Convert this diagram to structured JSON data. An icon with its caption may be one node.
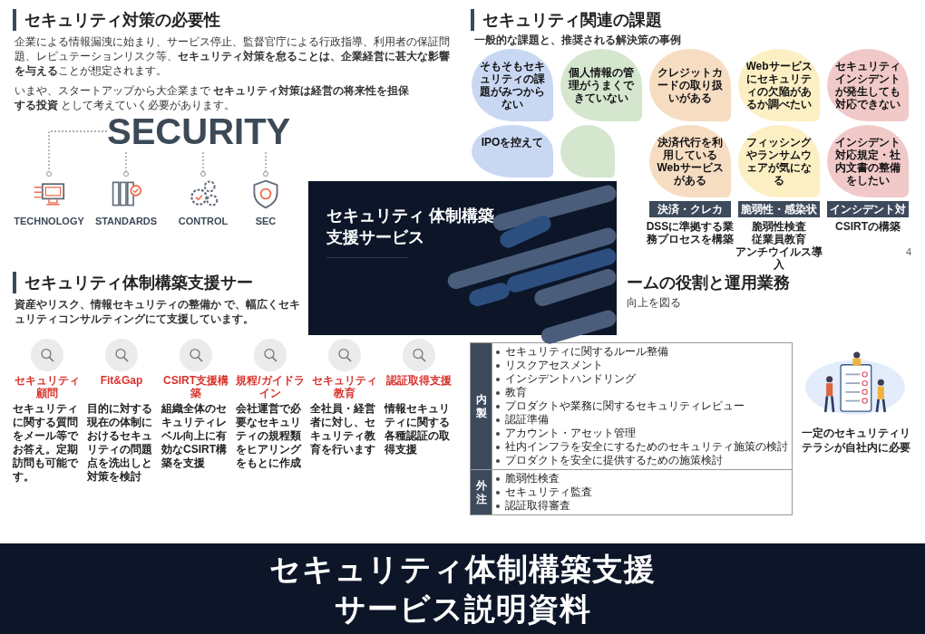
{
  "diagram": {
    "title": "セキュリティ体制構築支援サービス説明資料",
    "nodes": [
      {
        "text": [
          "セキュリティ対策の必要性",
          "企業による情報漏洩に始まり、サービス停止、監督官庁による行政指導、利用者の保証問題、レピュテーションリスク等、**セキュリティ対策を怠ることは、企業経営に甚大な影響を与える**ことが想定されます。",
          "いまや、スタートアップから大企業まで **セキュリティ対策は経営の将来性を担保する投資** として考えていく必要があります。"
        ]
      },
      {
        "text": [
          "SECURITY"
        ],
        "in": 0
      },
      {
        "text": [
          "TECHNOLOGY"
        ],
        "in": 0
      },
      {
        "text": [
          "STANDARDS"
        ],
        "in": 0
      },
      {
        "text": [
          "CONTROL"
        ],
        "in": 0
      },
      {
        "text": [
          "SEC"
        ],
        "in": 0
      },
      {
        "text": [
          "セキュリティ関連の課題",
          "一般的な課題と、推奨される解決策の事例"
        ]
      },
      {
        "text": [
          "そもそもセキュリティの課題がみつからない"
        ],
        "in": 6
      },
      {
        "text": [
          "個人情報の管理がうまくできていない"
        ],
        "in": 6
      },
      {
        "text": [
          "クレジットカードの取り扱いがある"
        ],
        "in": 6
      },
      {
        "text": [
          "Webサービスにセキュリティの欠陥があるか調べたい"
        ],
        "in": 6
      },
      {
        "text": [
          "セキュリティインシデントが発生しても対応できない"
        ],
        "in": 6
      },
      {
        "text": [
          "IPOを控えて"
        ],
        "in": 6
      },
      {
        "text": [],
        "shape": "bubble",
        "in": 6
      },
      {
        "text": [
          "決済代行を利用しているWebサービスがある"
        ],
        "in": 6
      },
      {
        "text": [
          "フィッシングやランサムウェアが気になる"
        ],
        "in": 6
      },
      {
        "text": [
          "インシデント対応規定・社内文書の整備をしたい"
        ],
        "in": 6
      },
      {
        "text": [
          "決済・クレカ",
          "DSSに準拠する業務プロセスを構築"
        ],
        "in": 6
      },
      {
        "text": [
          "脆弱性・感染状況",
          "脆弱性検査",
          "従業員教育",
          "アンチウイルス導入"
        ],
        "in": 6
      },
      {
        "text": [
          "インシデント対応",
          "CSIRTの構築"
        ],
        "in": 6
      },
      {
        "text": [
          "セキュリティ体制構築支援サー",
          "資産やリスク、情報セキュリティの整備か で、幅広くセキュリティコンサルティングにて支援しています。"
        ]
      },
      {
        "text": [
          "セキュリティ顧問",
          "セキュリティに関する質問をメール等でお答え。定期訪問も可能です。"
        ],
        "in": 20
      },
      {
        "text": [
          "Fit&Gap",
          "目的に対する現在の体制におけるセキュリティの問題点を洗出しと対策を検討"
        ],
        "in": 20
      },
      {
        "text": [
          "CSIRT支援構築",
          "組織全体のセキュリティレベル向上に有効なCSIRT構築を支援"
        ],
        "in": 20
      },
      {
        "text": [
          "規程/ガイドライン",
          "会社運営で必要なセキュリティの規程類をヒアリングをもとに作成"
        ],
        "in": 20
      },
      {
        "text": [
          "セキュリティ教育",
          "全社員・経営者に対し、セキュリティ教育を行います"
        ],
        "in": 20
      },
      {
        "text": [
          "認証取得支援",
          "情報セキュリティに関する各種認証の取得支援"
        ],
        "in": 20
      },
      {
        "text": [
          "ームの役割と運用業務"
        ]
      },
      {
        "text": [
          "セキュリティ 体制構築支援サービス"
        ]
      }
    ],
    "edges": [
      {
        "from": 1,
        "to": 2,
        "arrow": "other",
        "style": "dashed"
      },
      {
        "from": 1,
        "to": 3,
        "arrow": "other",
        "style": "dashed"
      },
      {
        "from": 1,
        "to": 4,
        "arrow": "other",
        "style": "dashed"
      },
      {
        "from": 1,
        "to": 5,
        "arrow": "other",
        "style": "dashed"
      }
    ],
    "labels": [
      "4",
      "向上を図る",
      "内製",
      "セキュリティに関するルール整備",
      "リスクアセスメント",
      "インシデントハンドリング",
      "教育",
      "プロダクトや業務に関するセキュリティレビュー",
      "認証準備",
      "アカウント・アセット管理",
      "社内インフラを安全にするためのセキュリティ施策の検討",
      "プロダクトを安全に提供するための施策検討",
      "外注",
      "脆弱性検査",
      "セキュリティ監査",
      "認証取得審査",
      "一定のセキュリティリテラシが自社内に必要"
    ]
  }
}
